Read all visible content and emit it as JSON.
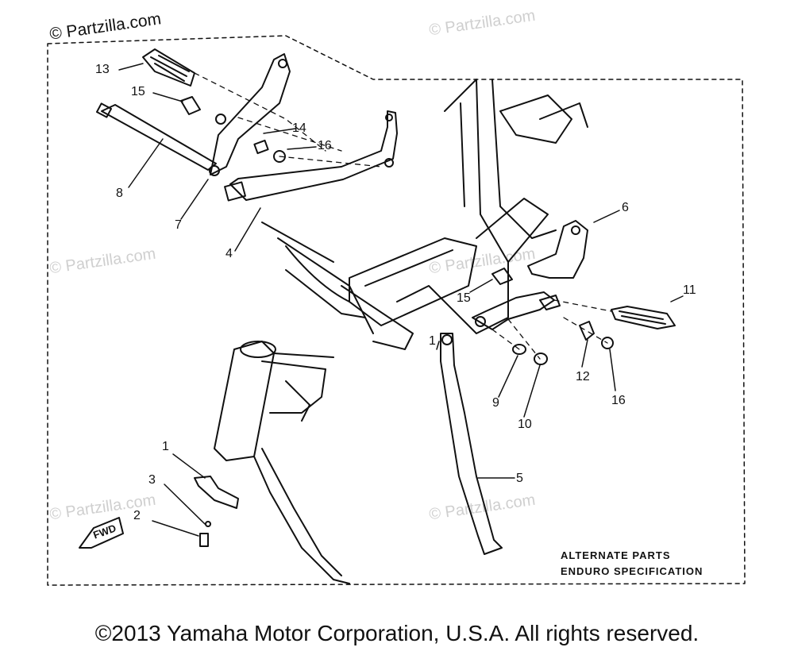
{
  "watermarks": {
    "main": "© Partzilla.com",
    "faded": "© Partzilla.com"
  },
  "callouts": {
    "c1a": "1",
    "c1b": "1",
    "c2": "2",
    "c3": "3",
    "c4": "4",
    "c5": "5",
    "c6": "6",
    "c7": "7",
    "c8": "8",
    "c9": "9",
    "c10": "10",
    "c11": "11",
    "c12": "12",
    "c13": "13",
    "c14": "14",
    "c15a": "15",
    "c15b": "15",
    "c16a": "16",
    "c16b": "16"
  },
  "fwd_label": "FWD",
  "note": {
    "line1": "ALTERNATE  PARTS",
    "line2": "ENDURO  SPECIFICATION"
  },
  "copyright": "©2013 Yamaha Motor Corporation, U.S.A. All rights reserved.",
  "colors": {
    "ink": "#111111",
    "watermark": "#cfcfcf"
  }
}
